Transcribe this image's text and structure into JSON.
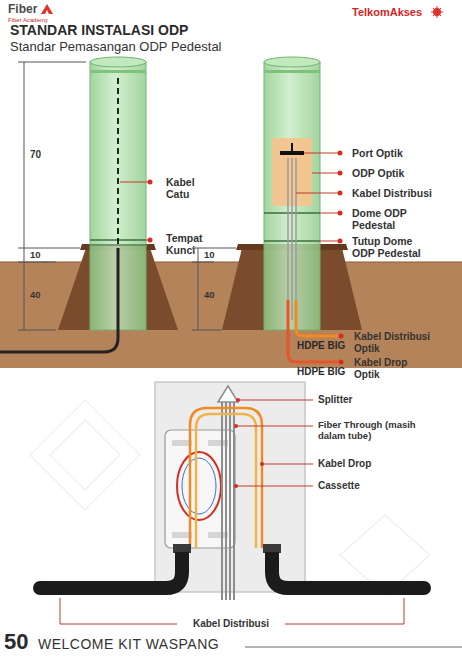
{
  "diagram": {
    "title": "STANDAR INSTALASI ODP",
    "labels": [
      "Fiber",
      "Fiber Academy",
      "TelkomAkses",
      "Standar Pemasangan ODP Pedestal",
      "70",
      "Kabel Catu",
      "Tempat Kunci",
      "10",
      "40",
      "Port Optik",
      "ODP Optik",
      "Kabel Distribusi",
      "Dome ODP Pedestal",
      "Tutup Dome ODP Pedestal",
      "10",
      "40",
      "HDPE BIG",
      "Kabel Distribusi Optik",
      "HDPE BIG",
      "Kabel Drop Optik",
      "Splitter",
      "Fiber Through (masih dalam tube)",
      "Kabel Drop",
      "Cassette",
      "Kabel Distribusi",
      "50",
      "WELCOME KIT WASPANG"
    ]
  }
}
